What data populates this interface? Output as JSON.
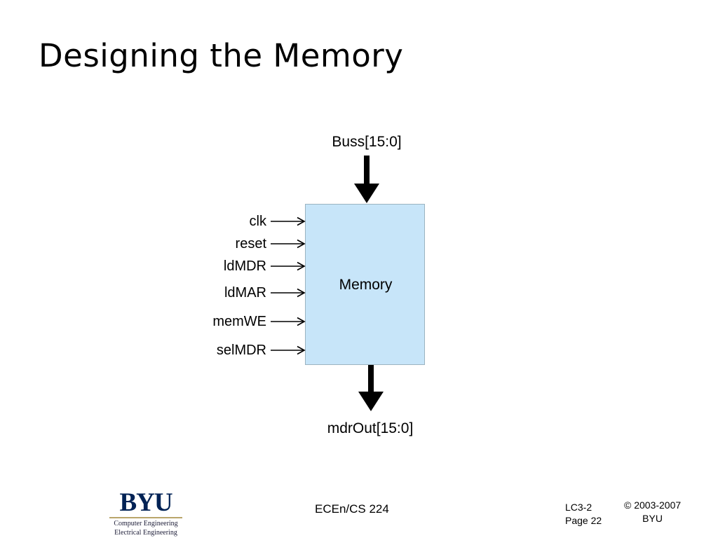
{
  "slide": {
    "title": "Designing the Memory",
    "background_color": "#ffffff"
  },
  "diagram": {
    "block": {
      "label": "Memory",
      "fill_color": "#c7e5f9",
      "border_color": "#9bb3c0"
    },
    "top_bus": {
      "label": "Buss[15:0]",
      "direction": "into-block"
    },
    "bottom_bus": {
      "label": "mdrOut[15:0]",
      "direction": "out-of-block"
    },
    "inputs": [
      {
        "label": "clk"
      },
      {
        "label": "reset"
      },
      {
        "label": "ldMDR"
      },
      {
        "label": "ldMAR"
      },
      {
        "label": "memWE"
      },
      {
        "label": "selMDR"
      }
    ]
  },
  "footer": {
    "course": "ECEn/CS 224",
    "reference_line1": "LC3-2",
    "reference_line2": "Page 22",
    "copyright_line1": "© 2003-2007",
    "copyright_line2": "BYU",
    "logo": {
      "wordmark": "BYU",
      "dept_line1": "Computer Engineering",
      "dept_line2": "Electrical Engineering",
      "wordmark_color": "#002255",
      "rule_color": "#b9a66b"
    }
  }
}
